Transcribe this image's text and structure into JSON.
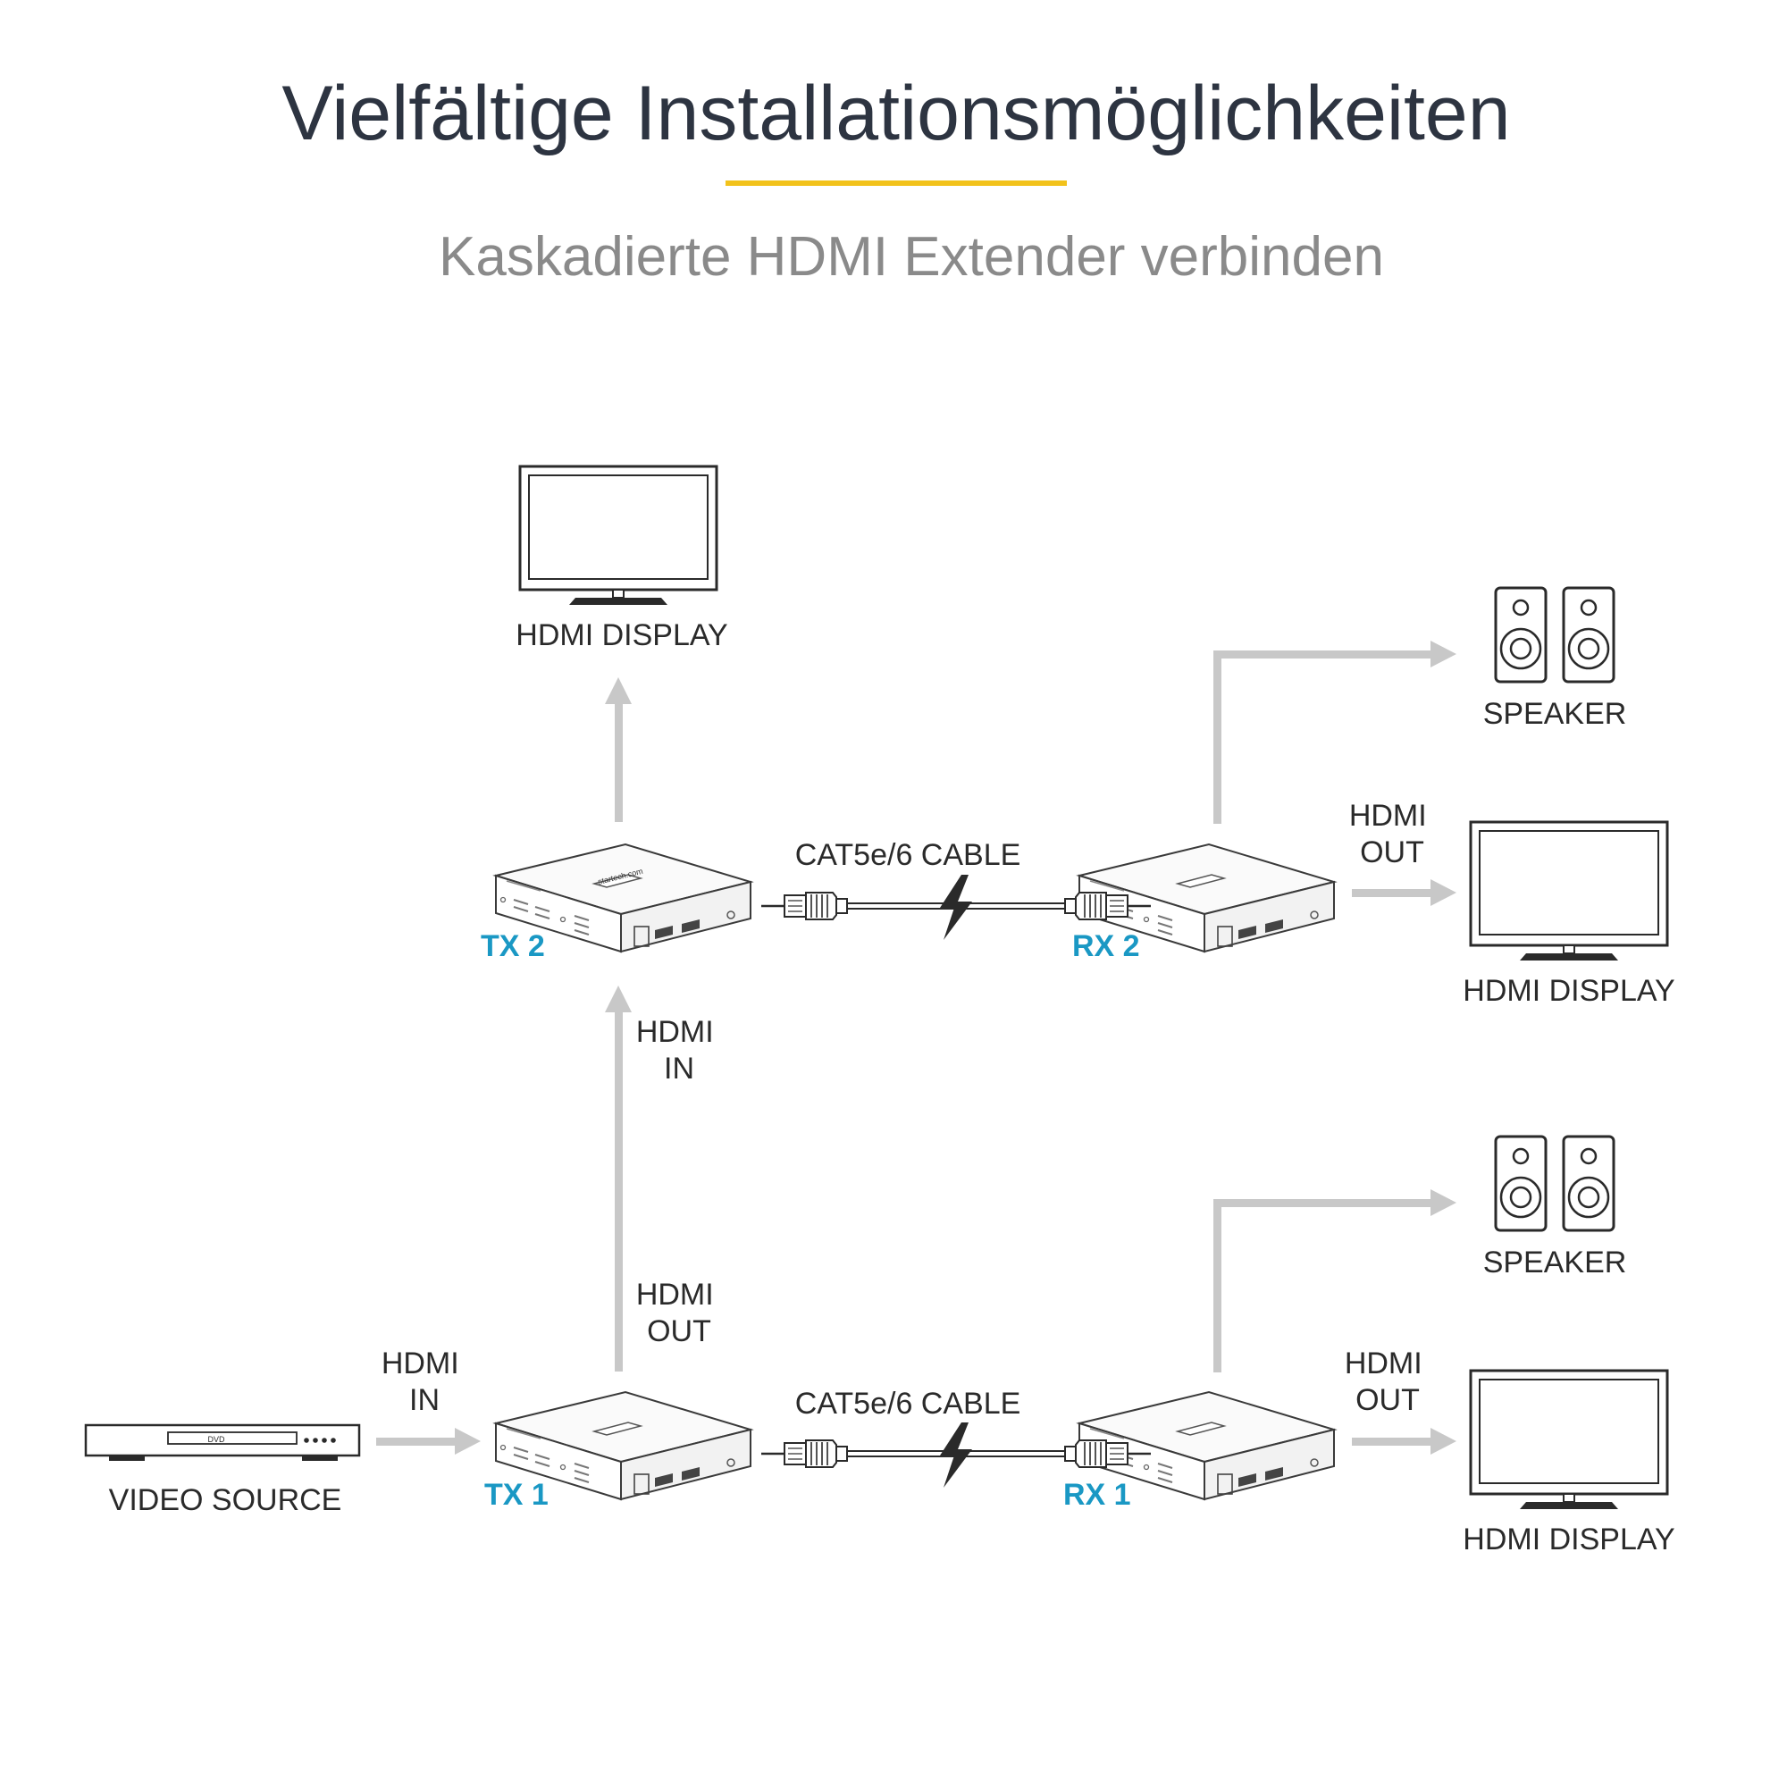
{
  "title": "Vielfältige Installationsmöglichkeiten",
  "subtitle": "Kaskadierte HDMI Extender verbinden",
  "accent_color": "#f2c21b",
  "label_color": "#1a98c4",
  "arrow_color": "#c8c8c8",
  "brand_text": "startech.com",
  "tx2": "TX 2",
  "rx2": "RX 2",
  "tx1": "TX 1",
  "rx1": "RX 1",
  "cable_top": "CAT5e/6 CABLE",
  "cable_bottom": "CAT5e/6 CABLE",
  "display_top": "HDMI DISPLAY",
  "display_right_top": "HDMI DISPLAY",
  "display_right_bottom": "HDMI DISPLAY",
  "speaker_top": "SPEAKER",
  "speaker_bottom": "SPEAKER",
  "video_source": "VIDEO SOURCE",
  "dvd_text": "DVD",
  "hdmi_in_vertical": [
    "HDMI",
    "IN"
  ],
  "hdmi_out_vertical": [
    "HDMI",
    "OUT"
  ],
  "hdmi_in_source": [
    "HDMI",
    "IN"
  ],
  "hdmi_out_rx2": [
    "HDMI",
    "OUT"
  ],
  "hdmi_out_rx1": [
    "HDMI",
    "OUT"
  ],
  "icons": [
    "tv-icon",
    "speaker-icon",
    "dvd-player-icon",
    "extender-box-icon",
    "rj45-connector-icon",
    "lightning-icon"
  ]
}
